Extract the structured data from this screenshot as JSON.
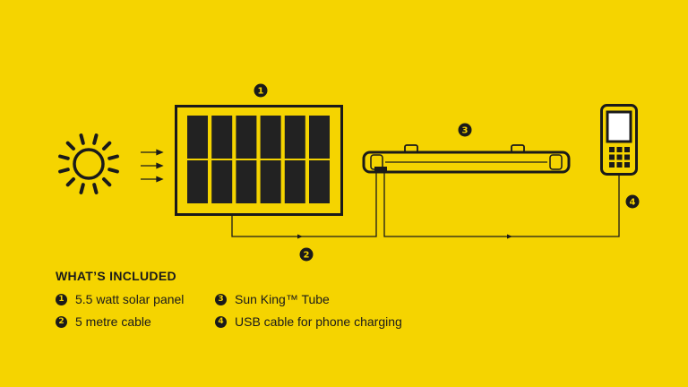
{
  "colors": {
    "background": "#f5d400",
    "ink": "#1a1a1a",
    "panel_cell": "#222222"
  },
  "diagram": {
    "markers": {
      "panel": "1",
      "cable": "2",
      "tube": "3",
      "usb": "4"
    },
    "icons": [
      "sun-icon",
      "light-rays-icon",
      "solar-panel-icon",
      "sun-king-tube-icon",
      "mobile-phone-icon",
      "flow-arrow-icon"
    ]
  },
  "included": {
    "heading": "WHAT’S INCLUDED",
    "items": [
      {
        "number": "1",
        "label": "5.5 watt solar panel"
      },
      {
        "number": "2",
        "label": "5 metre cable"
      },
      {
        "number": "3",
        "label": "Sun King™ Tube"
      },
      {
        "number": "4",
        "label": "USB cable for phone charging"
      }
    ]
  }
}
